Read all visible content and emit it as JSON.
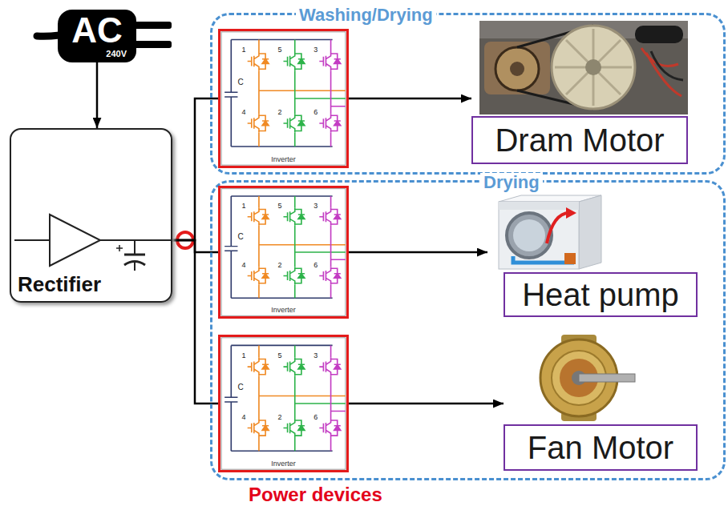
{
  "diagram": {
    "nodes": [
      {
        "text": [
          "AC",
          "240V"
        ]
      },
      {
        "text": [
          "Washing/Drying"
        ]
      },
      {
        "text": [
          "Inverter"
        ],
        "in": 1
      },
      {
        "text": [
          "Dram Motor"
        ],
        "in": 1
      },
      {
        "text": [
          "Rectifier"
        ]
      },
      {
        "text": [
          "Drying"
        ]
      },
      {
        "text": [
          "Inverter"
        ],
        "in": 5
      },
      {
        "text": [
          "Heat pump"
        ],
        "in": 5
      },
      {
        "text": [
          "Inverter"
        ],
        "in": 5
      },
      {
        "text": [
          "Fan Motor"
        ],
        "in": 5
      }
    ],
    "edges": [
      {
        "from": 0,
        "to": 4,
        "arrow": "to"
      },
      {
        "from": 4,
        "to": 2,
        "arrow": "none"
      },
      {
        "from": 4,
        "to": 6,
        "arrow": "none"
      },
      {
        "from": 4,
        "to": 8,
        "arrow": "none"
      },
      {
        "from": 2,
        "to": 3,
        "arrow": "to"
      },
      {
        "from": 6,
        "to": 7,
        "arrow": "to"
      },
      {
        "from": 8,
        "to": 9,
        "arrow": "to"
      }
    ],
    "labels": [
      "C",
      "1",
      "5",
      "3",
      "4",
      "2",
      "6",
      "C",
      "1",
      "5",
      "3",
      "4",
      "2",
      "6",
      "C",
      "1",
      "5",
      "3",
      "4",
      "2",
      "6",
      "Power devices"
    ]
  }
}
